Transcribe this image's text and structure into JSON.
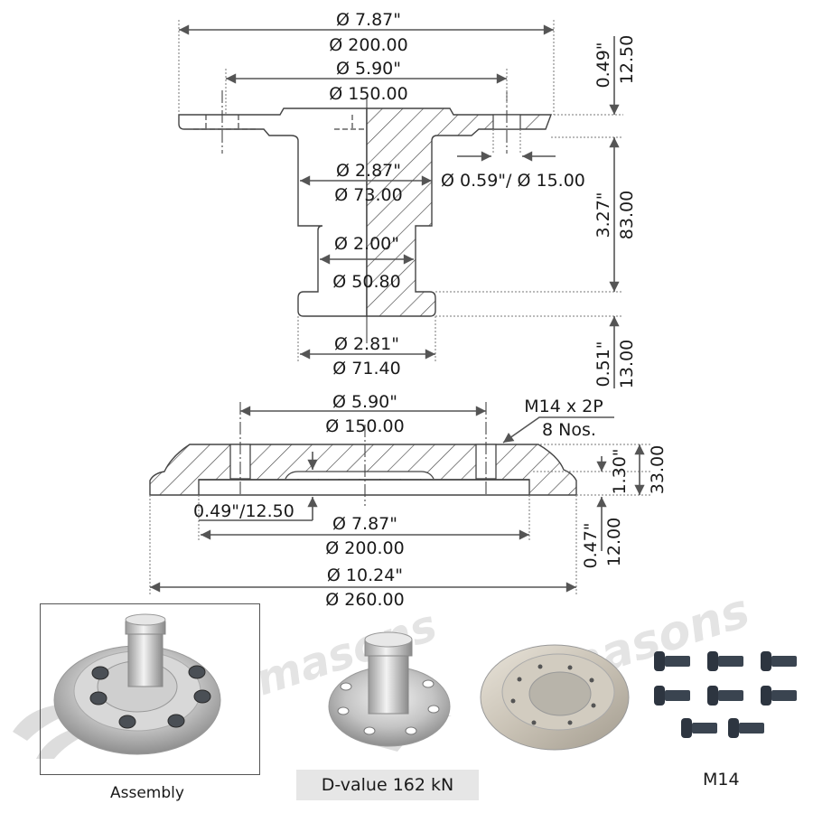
{
  "top_view": {
    "outer_flange_dia_in": "Ø 7.87\"",
    "outer_flange_dia_mm": "Ø 200.00",
    "bolt_circle_dia_in": "Ø 5.90\"",
    "bolt_circle_dia_mm": "Ø 150.00",
    "neck_dia_in": "Ø 2.87\"",
    "neck_dia_mm": "Ø 73.00",
    "hole_dia": "Ø 0.59\"/ Ø 15.00",
    "pin_dia_in": "Ø 2.00\"",
    "pin_dia_mm": "Ø 50.80",
    "head_dia_in": "Ø 2.81\"",
    "head_dia_mm": "Ø 71.40",
    "flange_thickness_in": "0.49\"",
    "flange_thickness_mm": "12.50",
    "pin_length_in": "3.27\"",
    "pin_length_mm": "83.00",
    "head_thickness_in": "0.51\"",
    "head_thickness_mm": "13.00"
  },
  "bottom_view": {
    "bolt_circle_dia_in": "Ø 5.90\"",
    "bolt_circle_dia_mm": "Ø 150.00",
    "thread_spec": "M14 x 2P",
    "thread_count": "8 Nos.",
    "recess_depth": "0.49\"/12.50",
    "recess_dia_in": "Ø 7.87\"",
    "recess_dia_mm": "Ø 200.00",
    "outer_dia_in": "Ø 10.24\"",
    "outer_dia_mm": "Ø 260.00",
    "total_height_in": "1.30\"",
    "total_height_mm": "33.00",
    "recess_height_in": "0.47\"",
    "recess_height_mm": "12.00"
  },
  "photos": {
    "assembly_caption": "Assembly",
    "dvalue_caption": "D-value 162 kN",
    "bolts_caption": "M14",
    "watermark": "masons"
  }
}
